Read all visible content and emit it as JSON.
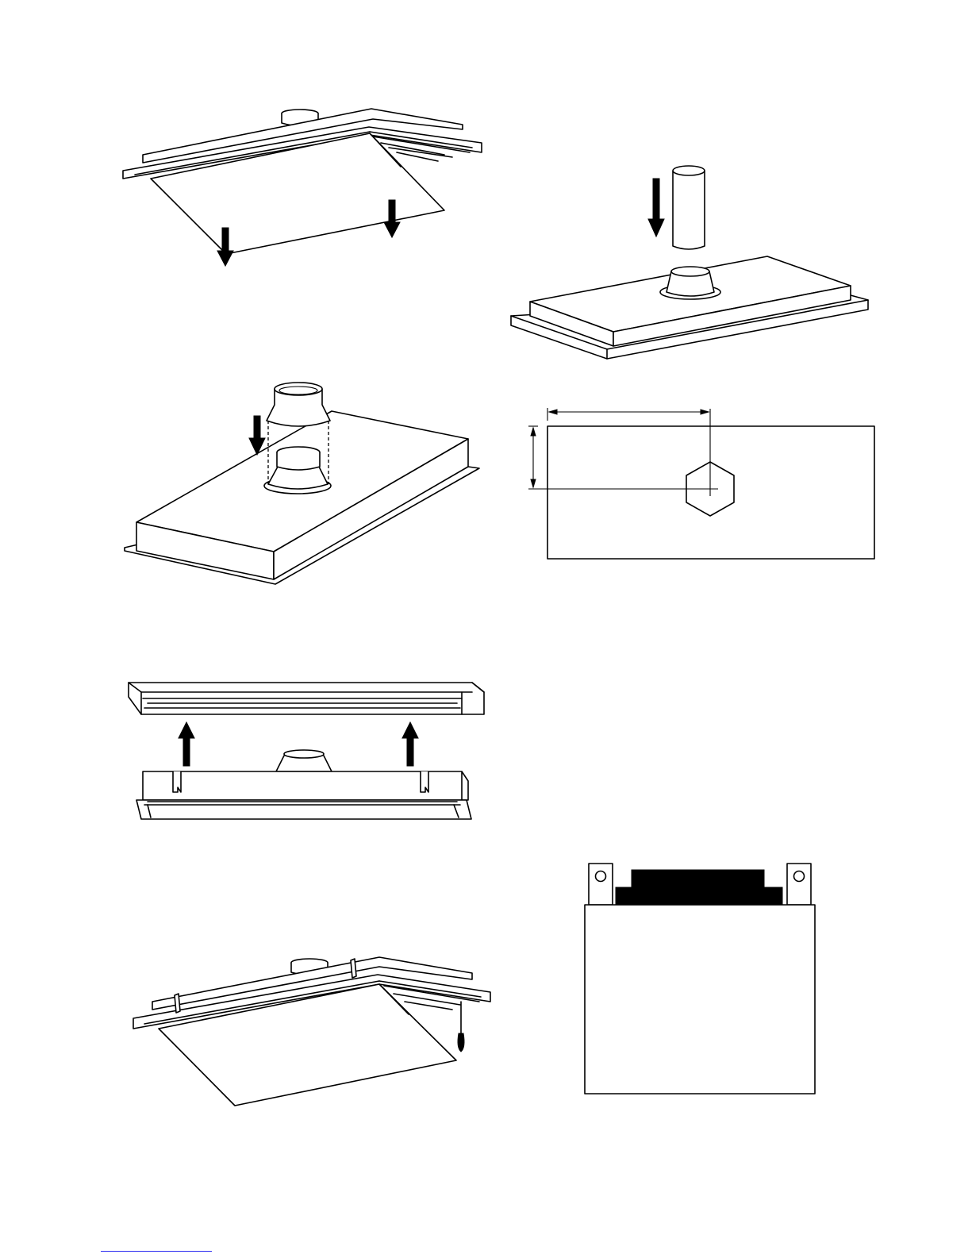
{
  "figures": [
    {
      "id": "panel-drop-down",
      "description_icon": "ceiling-panel-lowered-icon"
    },
    {
      "id": "duct-insert",
      "description_icon": "duct-pipe-insert-icon"
    },
    {
      "id": "collar-attach",
      "description_icon": "duct-collar-attach-icon"
    },
    {
      "id": "collar-position-drawing",
      "description_icon": "dimension-drawing-icon"
    },
    {
      "id": "frame-lift",
      "description_icon": "frame-lift-arrows-icon"
    },
    {
      "id": "panel-with-latch",
      "description_icon": "panel-open-latch-icon"
    },
    {
      "id": "control-box",
      "description_icon": "electrical-box-icon"
    }
  ],
  "colors": {
    "line": "#000000",
    "background": "#ffffff",
    "footer_link": "#2a2af0"
  }
}
